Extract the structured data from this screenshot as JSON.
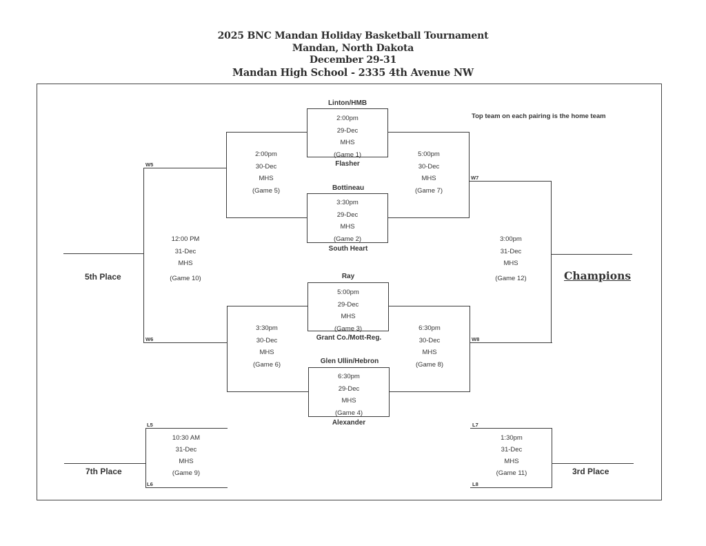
{
  "header": {
    "line1": "2025 BNC Mandan Holiday Basketball Tournament",
    "line2": "Mandan, North Dakota",
    "line3": "December 29-31",
    "line4": "Mandan High School - 2335 4th Avenue NW"
  },
  "note": "Top team on each pairing is the home team",
  "teams": {
    "t1": "Linton/HMB",
    "t2": "Flasher",
    "t3": "Bottineau",
    "t4": "South Heart",
    "t5": "Ray",
    "t6": "Grant Co./Mott-Reg.",
    "t7": "Glen Ullin/Hebron",
    "t8": "Alexander"
  },
  "games": {
    "g1": {
      "time": "2:00pm",
      "date": "29-Dec",
      "site": "MHS",
      "label": "(Game 1)"
    },
    "g2": {
      "time": "3:30pm",
      "date": "29-Dec",
      "site": "MHS",
      "label": "(Game 2)"
    },
    "g3": {
      "time": "5:00pm",
      "date": "29-Dec",
      "site": "MHS",
      "label": "(Game 3)"
    },
    "g4": {
      "time": "6:30pm",
      "date": "29-Dec",
      "site": "MHS",
      "label": "(Game 4)"
    },
    "g5": {
      "time": "2:00pm",
      "date": "30-Dec",
      "site": "MHS",
      "label": "(Game 5)"
    },
    "g6": {
      "time": "3:30pm",
      "date": "30-Dec",
      "site": "MHS",
      "label": "(Game 6)"
    },
    "g7": {
      "time": "5:00pm",
      "date": "30-Dec",
      "site": "MHS",
      "label": "(Game 7)"
    },
    "g8": {
      "time": "6:30pm",
      "date": "30-Dec",
      "site": "MHS",
      "label": "(Game 8)"
    },
    "g9": {
      "time": "10:30 AM",
      "date": "31-Dec",
      "site": "MHS",
      "label": "(Game 9)"
    },
    "g10": {
      "time": "12:00 PM",
      "date": "31-Dec",
      "site": "MHS",
      "label": "(Game 10)"
    },
    "g11": {
      "time": "1:30pm",
      "date": "31-Dec",
      "site": "MHS",
      "label": "(Game 11)"
    },
    "g12": {
      "time": "3:00pm",
      "date": "31-Dec",
      "site": "MHS",
      "label": "(Game 12)"
    }
  },
  "slots": {
    "w5": "W5",
    "w6": "W6",
    "w7": "W7",
    "w8": "W8",
    "l5": "L5",
    "l6": "L6",
    "l7": "L7",
    "l8": "L8"
  },
  "places": {
    "fifth": "5th Place",
    "champions": "Champions",
    "seventh": "7th Place",
    "third": "3rd Place"
  }
}
